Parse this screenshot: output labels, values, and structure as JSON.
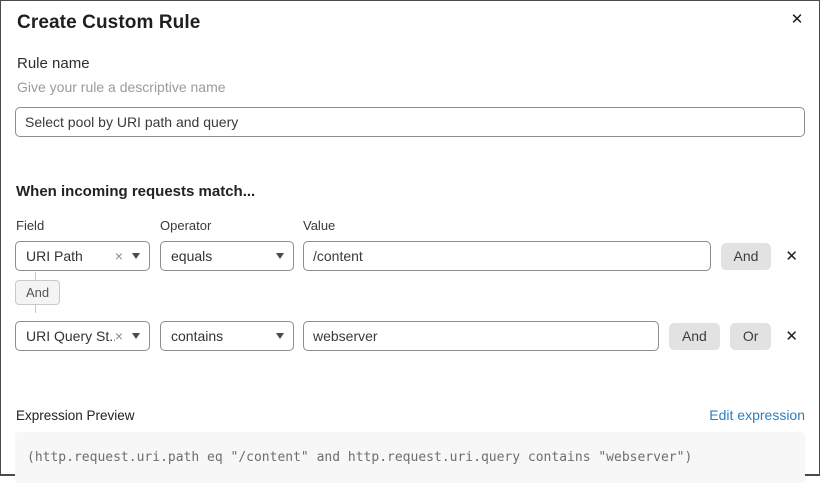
{
  "dialog": {
    "title": "Create Custom Rule"
  },
  "icons": {
    "close": "✕",
    "clear": "×",
    "remove": "✕"
  },
  "rule_name": {
    "label": "Rule name",
    "helper": "Give your rule a descriptive name",
    "value": "Select pool by URI path and query"
  },
  "match": {
    "heading": "When incoming requests match...",
    "columns": {
      "field": "Field",
      "operator": "Operator",
      "value": "Value"
    },
    "connector_label": "And",
    "rows": [
      {
        "field": "URI Path",
        "operator": "equals",
        "value": "/content",
        "buttons": [
          "And"
        ]
      },
      {
        "field": "URI Query St...",
        "operator": "contains",
        "value": "webserver",
        "buttons": [
          "And",
          "Or"
        ]
      }
    ]
  },
  "expression": {
    "label": "Expression Preview",
    "edit_link": "Edit expression",
    "code": "(http.request.uri.path eq \"/content\" and http.request.uri.query contains \"webserver\")"
  },
  "colors": {
    "link_blue": "#2d7ebf",
    "button_gray": "#e2e2e2",
    "input_border": "#8d8d8d",
    "code_bg": "#f7f7f7"
  }
}
